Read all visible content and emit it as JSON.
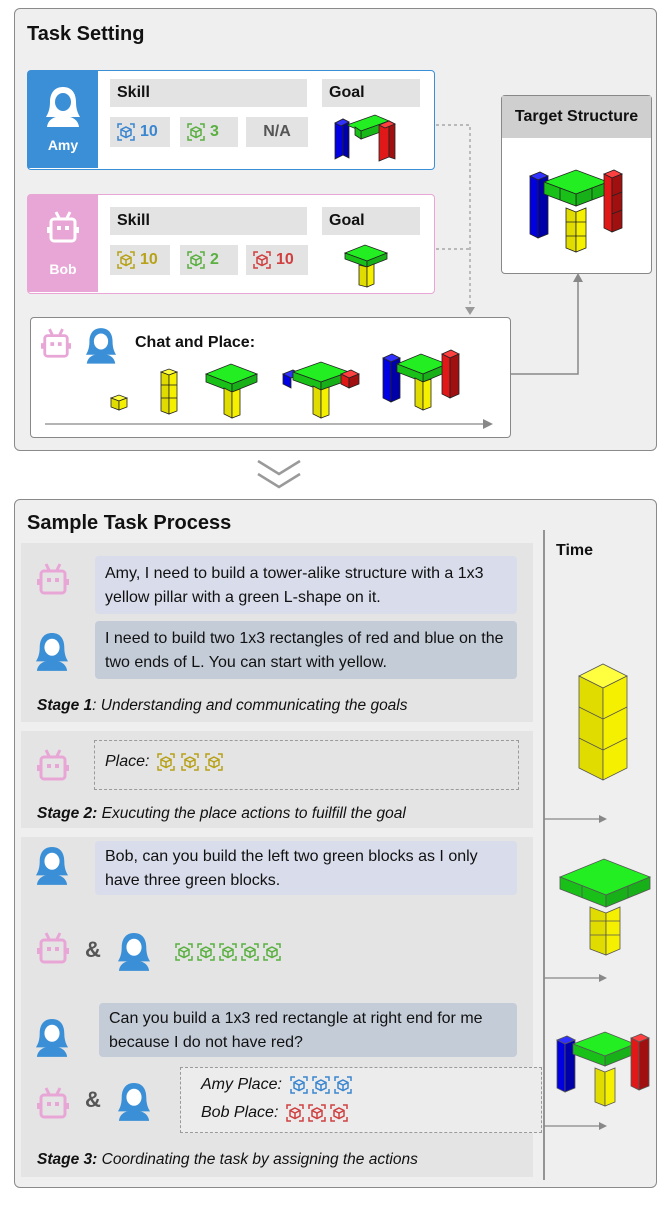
{
  "task_setting": {
    "title": "Task Setting",
    "amy": {
      "name": "Amy",
      "skill_label": "Skill",
      "goal_label": "Goal",
      "skills": [
        {
          "color": "#3a86d0",
          "value": "10"
        },
        {
          "color": "#5ab040",
          "value": "3"
        },
        {
          "color": "#333333",
          "value": "N/A"
        }
      ]
    },
    "bob": {
      "name": "Bob",
      "skill_label": "Skill",
      "goal_label": "Goal",
      "skills": [
        {
          "color": "#b8a21a",
          "value": "10"
        },
        {
          "color": "#5ab040",
          "value": "2"
        },
        {
          "color": "#d04040",
          "value": "10"
        }
      ]
    },
    "chat_place_label": "Chat and Place:",
    "target_label": "Target Structure"
  },
  "sample_process": {
    "title": "Sample Task Process",
    "time_label": "Time",
    "stage1": {
      "bob_msg": "Amy, I need to build a tower-alike structure with a 1x3 yellow pillar with a green L-shape on it.",
      "amy_msg": "I need to build two 1x3 rectangles of red and blue on the two ends of L. You can start with yellow.",
      "caption_label": "Stage 1",
      "caption_text": ": Understanding and communicating the goals"
    },
    "stage2": {
      "place_label": "Place:",
      "caption_label": "Stage 2:",
      "caption_text": " Exucuting the place actions to fuilfill the goal"
    },
    "stage3": {
      "amy_msg": "Bob, can you build the left two green blocks as I only have three green blocks.",
      "amp1": "&",
      "amy_msg2": "Can you build a 1x3 red rectangle at right end for me because I do not have red?",
      "amp2": "&",
      "amy_place": "Amy Place:",
      "bob_place": "Bob Place:",
      "caption_label": "Stage 3:",
      "caption_text": " Coordinating the task by assigning the actions"
    }
  },
  "colors": {
    "amy_blue": "#3b8fd6",
    "bob_pink": "#e8a6d6",
    "yellow_block": "#f4f000",
    "green_block": "#22ee22",
    "red_block": "#e82020",
    "blue_block": "#1010e0"
  }
}
